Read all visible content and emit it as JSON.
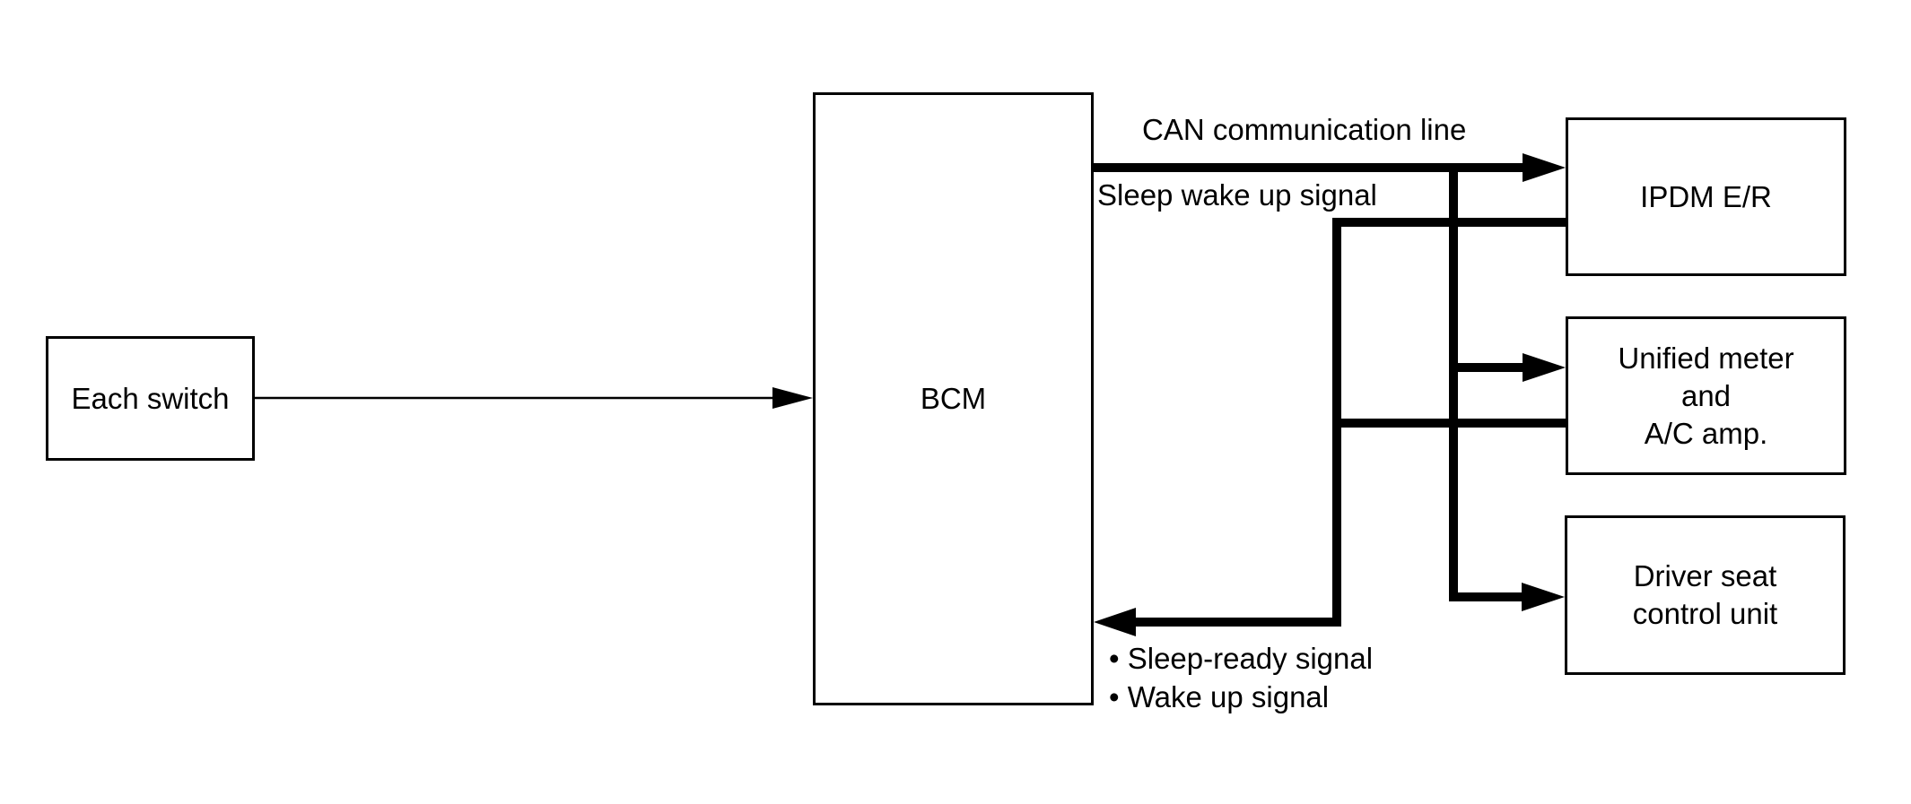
{
  "diagram": {
    "colors": {
      "background": "#ffffff",
      "line": "#000000",
      "text": "#000000",
      "box_fill": "#ffffff"
    },
    "nodes": [
      {
        "id": "each-switch",
        "label": "Each switch"
      },
      {
        "id": "bcm",
        "label": "BCM"
      },
      {
        "id": "ipdm-er",
        "label": "IPDM E/R"
      },
      {
        "id": "unified-meter-ac-amp",
        "label": "Unified meter\nand\nA/C amp."
      },
      {
        "id": "driver-seat-control-unit",
        "label": "Driver seat\ncontrol unit"
      }
    ],
    "edge_labels": {
      "can": "CAN communication line",
      "sleep_wake": "Sleep wake up signal",
      "sleep_ready_bullet": "• Sleep-ready signal",
      "wake_up_bullet": "• Wake up signal"
    },
    "edges": [
      {
        "from": "each-switch",
        "to": "bcm",
        "style": "thin",
        "arrow": "to"
      },
      {
        "from": "bcm",
        "to": "ipdm-er",
        "style": "thick",
        "arrow": "to"
      },
      {
        "from": "bcm",
        "to": "unified-meter-ac-amp",
        "style": "thick",
        "arrow": "to"
      },
      {
        "from": "bcm",
        "to": "driver-seat-control-unit",
        "style": "thick",
        "arrow": "to"
      },
      {
        "from": "ipdm-er",
        "to": "bcm",
        "style": "thick",
        "arrow": "to"
      },
      {
        "from": "unified-meter-ac-amp",
        "to": "bcm",
        "style": "thick",
        "arrow": "to"
      }
    ]
  }
}
